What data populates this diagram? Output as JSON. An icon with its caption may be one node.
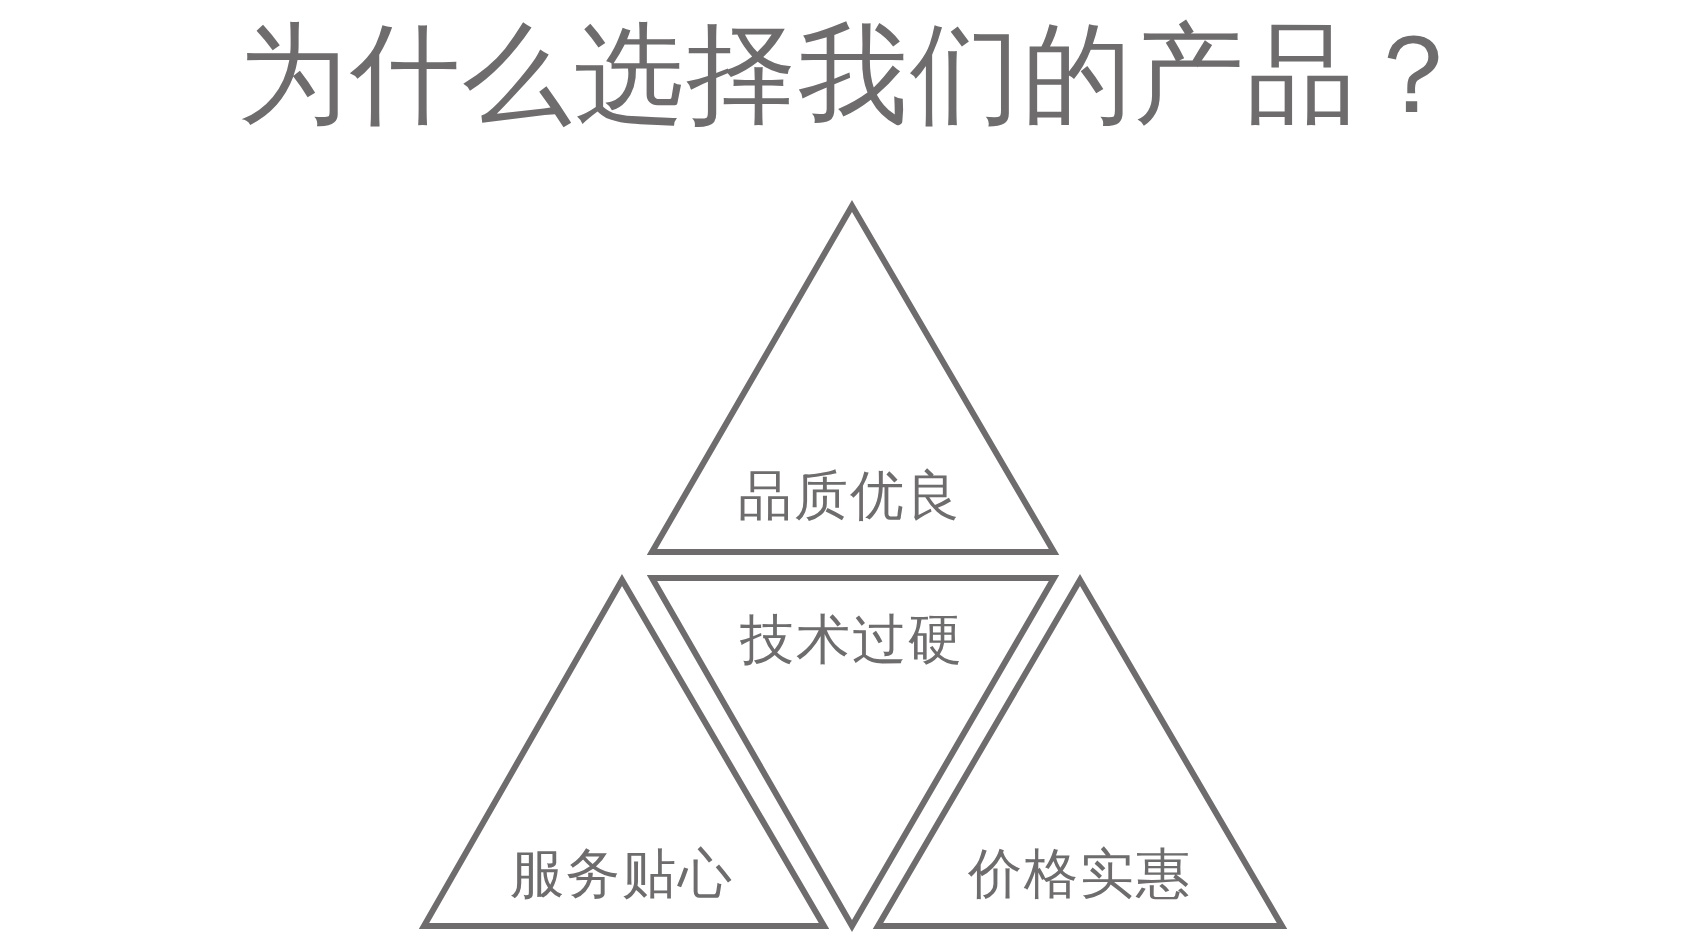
{
  "diagram": {
    "title": "为什么选择我们的产品？",
    "nodes": [
      {
        "text": [
          "品质优良"
        ]
      },
      {
        "text": [
          "技术过硬"
        ]
      },
      {
        "text": [
          "服务贴心"
        ]
      },
      {
        "text": [
          "价格实惠"
        ]
      }
    ]
  }
}
